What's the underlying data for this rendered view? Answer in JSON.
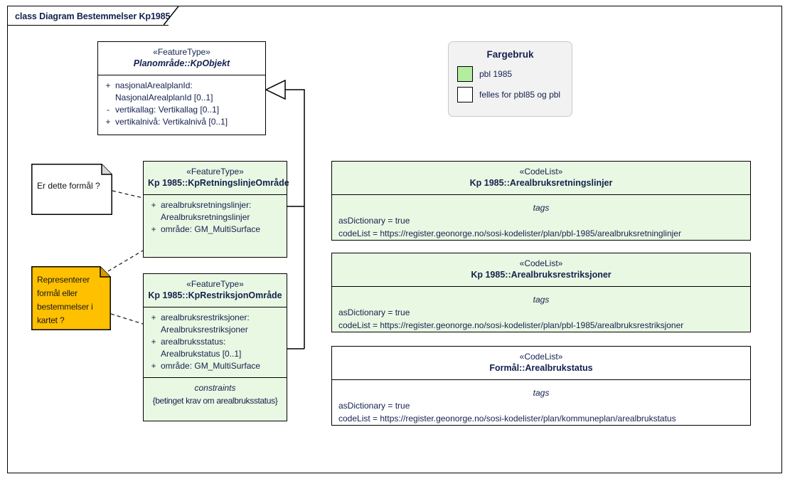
{
  "diagram": {
    "frame_label": "class Diagram Bestemmelser Kp1985"
  },
  "legend": {
    "title": "Fargebruk",
    "items": [
      {
        "swatch_name": "green-swatch",
        "color": "#b5eda0",
        "label": "pbl 1985"
      },
      {
        "swatch_name": "white-swatch",
        "color": "#ffffff",
        "label": "felles for pbl85 og pbl"
      }
    ]
  },
  "classes": {
    "kpobjekt": {
      "stereotype": "«FeatureType»",
      "name": "Planområde::KpObjekt",
      "attributes": [
        {
          "visibility": "+",
          "text": "nasjonalArealplanId:",
          "cont": "NasjonalArealplanId [0..1]"
        },
        {
          "visibility": "-",
          "text": "vertikallag: Vertikallag [0..1]",
          "cont": ""
        },
        {
          "visibility": "+",
          "text": "vertikalnivå: Vertikalnivå [0..1]",
          "cont": ""
        }
      ]
    },
    "retningslinje": {
      "stereotype": "«FeatureType»",
      "name": "Kp 1985::KpRetningslinjeOmråde",
      "attributes": [
        {
          "visibility": "+",
          "text": "arealbruksretningslinjer:",
          "cont": "Arealbruksretningslinjer"
        },
        {
          "visibility": "+",
          "text": "område: GM_MultiSurface",
          "cont": ""
        }
      ]
    },
    "restriksjon": {
      "stereotype": "«FeatureType»",
      "name": "Kp 1985::KpRestriksjonOmråde",
      "attributes": [
        {
          "visibility": "+",
          "text": "arealbruksrestriksjoner:",
          "cont": "Arealbruksrestriksjoner"
        },
        {
          "visibility": "+",
          "text": "arealbruksstatus:",
          "cont": "Arealbrukstatus [0..1]"
        },
        {
          "visibility": "+",
          "text": "område: GM_MultiSurface",
          "cont": ""
        }
      ],
      "constraints_title": "constraints",
      "constraints_expr": "{betinget krav om arealbruksstatus}"
    }
  },
  "codelists": [
    {
      "stereotype": "«CodeList»",
      "name": "Kp 1985::Arealbruksretningslinjer",
      "tags_title": "tags",
      "tag1": "asDictionary = true",
      "tag2": "codeList = https://register.geonorge.no/sosi-kodelister/plan/pbl-1985/arealbruksretninglinjer"
    },
    {
      "stereotype": "«CodeList»",
      "name": "Kp 1985::Arealbruksrestriksjoner",
      "tags_title": "tags",
      "tag1": "asDictionary = true",
      "tag2": "codeList = https://register.geonorge.no/sosi-kodelister/plan/pbl-1985/arealbruksrestriksjoner"
    },
    {
      "stereotype": "«CodeList»",
      "name": "Formål::Arealbrukstatus",
      "tags_title": "tags",
      "tag1": "asDictionary = true",
      "tag2": "codeList = https://register.geonorge.no/sosi-kodelister/plan/kommuneplan/arealbrukstatus"
    }
  ],
  "notes": {
    "note_white": {
      "text": "Er dette formål ?",
      "fill": "#ffffff"
    },
    "note_yellow": {
      "line1": "Representerer",
      "line2": "formål eller",
      "line3": "bestemmelser i",
      "line4": "kartet ?",
      "fill": "#ffc000"
    }
  },
  "colors": {
    "class_green": "#e9f8e3",
    "text_navy": "#14214e",
    "note_yellow": "#ffc000",
    "legend_bg": "#f2f2f2"
  }
}
